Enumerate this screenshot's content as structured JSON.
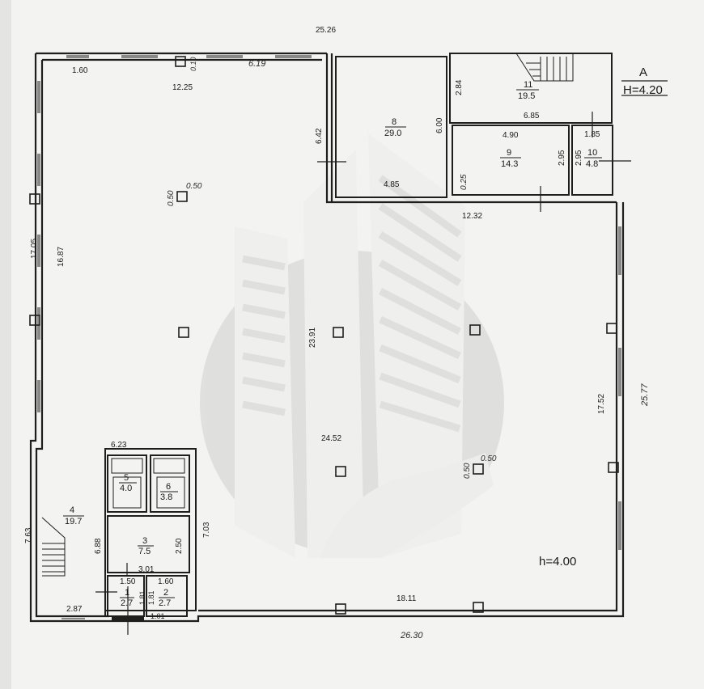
{
  "plan": {
    "section_marker": {
      "letter": "A",
      "height": "H=4.20"
    },
    "floor_height": "h=4.00",
    "outer_dims": {
      "top_width": "25.26",
      "bottom_width": "26.30",
      "right_height": "25.77",
      "left_height": "17.05"
    },
    "main_hall": {
      "dim_left_wall": "1.60",
      "dim_top_segment": "12.25",
      "dim_top_italic": "6.19",
      "dim_top_small": "0.10",
      "dim_left_inner": "16.87",
      "dim_height_mid": "23.91",
      "dim_inner_wall": "6.42",
      "dim_width_lower": "24.52",
      "dim_right_inner": "17.52",
      "dim_bottom_inner": "18.11",
      "dim_partition_width": "12.32",
      "dim_partition_height": "7.03",
      "column_offset_1": "0.50",
      "column_offset_2": "0.50",
      "column_offset_3": "0.50",
      "column_offset_4": "0.50"
    },
    "rooms": [
      {
        "num": "1",
        "area": "2.7",
        "dim_a": "1.50",
        "dim_b": "1.81"
      },
      {
        "num": "2",
        "area": "2.7",
        "dim_a": "1.60",
        "dim_b": "1.81",
        "dim_c": "1.01"
      },
      {
        "num": "3",
        "area": "7.5",
        "dim_a": "3.01",
        "dim_b": "2.50"
      },
      {
        "num": "4",
        "area": "19.7",
        "dim_a": "6.88",
        "dim_b": "7.63",
        "dim_c": "2.87"
      },
      {
        "num": "5",
        "area": "4.0",
        "dim_a": "6.23"
      },
      {
        "num": "6",
        "area": "3.8"
      },
      {
        "num": "8",
        "area": "29.0",
        "dim_a": "6.00",
        "dim_b": "4.85"
      },
      {
        "num": "9",
        "area": "14.3",
        "dim_a": "4.90",
        "dim_b": "2.95",
        "dim_c": "0.25"
      },
      {
        "num": "10",
        "area": "4.8",
        "dim_a": "1.85",
        "dim_b": "2.95"
      },
      {
        "num": "11",
        "area": "19.5",
        "dim_a": "2.84",
        "dim_b": "6.85"
      }
    ]
  }
}
